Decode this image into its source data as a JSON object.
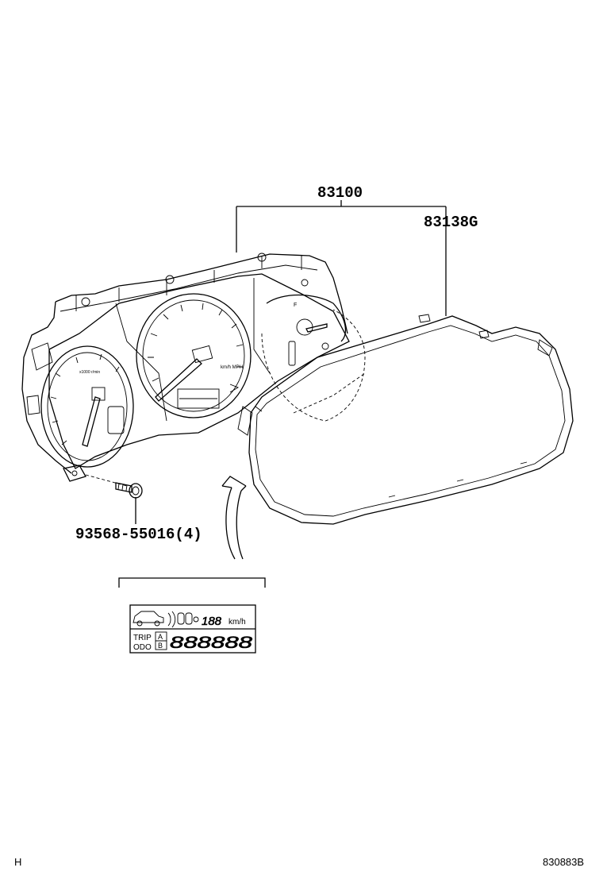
{
  "parts": [
    {
      "number": "83100"
    },
    {
      "number": "83138G"
    },
    {
      "number": "93568-55016(4)"
    }
  ],
  "display_inset": {
    "speed_digits": "188",
    "speed_unit": "km/h",
    "trip_label": "TRIP",
    "odo_label": "ODO",
    "mode_a": "A",
    "mode_b": "B",
    "odometer_digits": "888888"
  },
  "footer": {
    "left_mark": "H",
    "diagram_code": "830883B"
  }
}
